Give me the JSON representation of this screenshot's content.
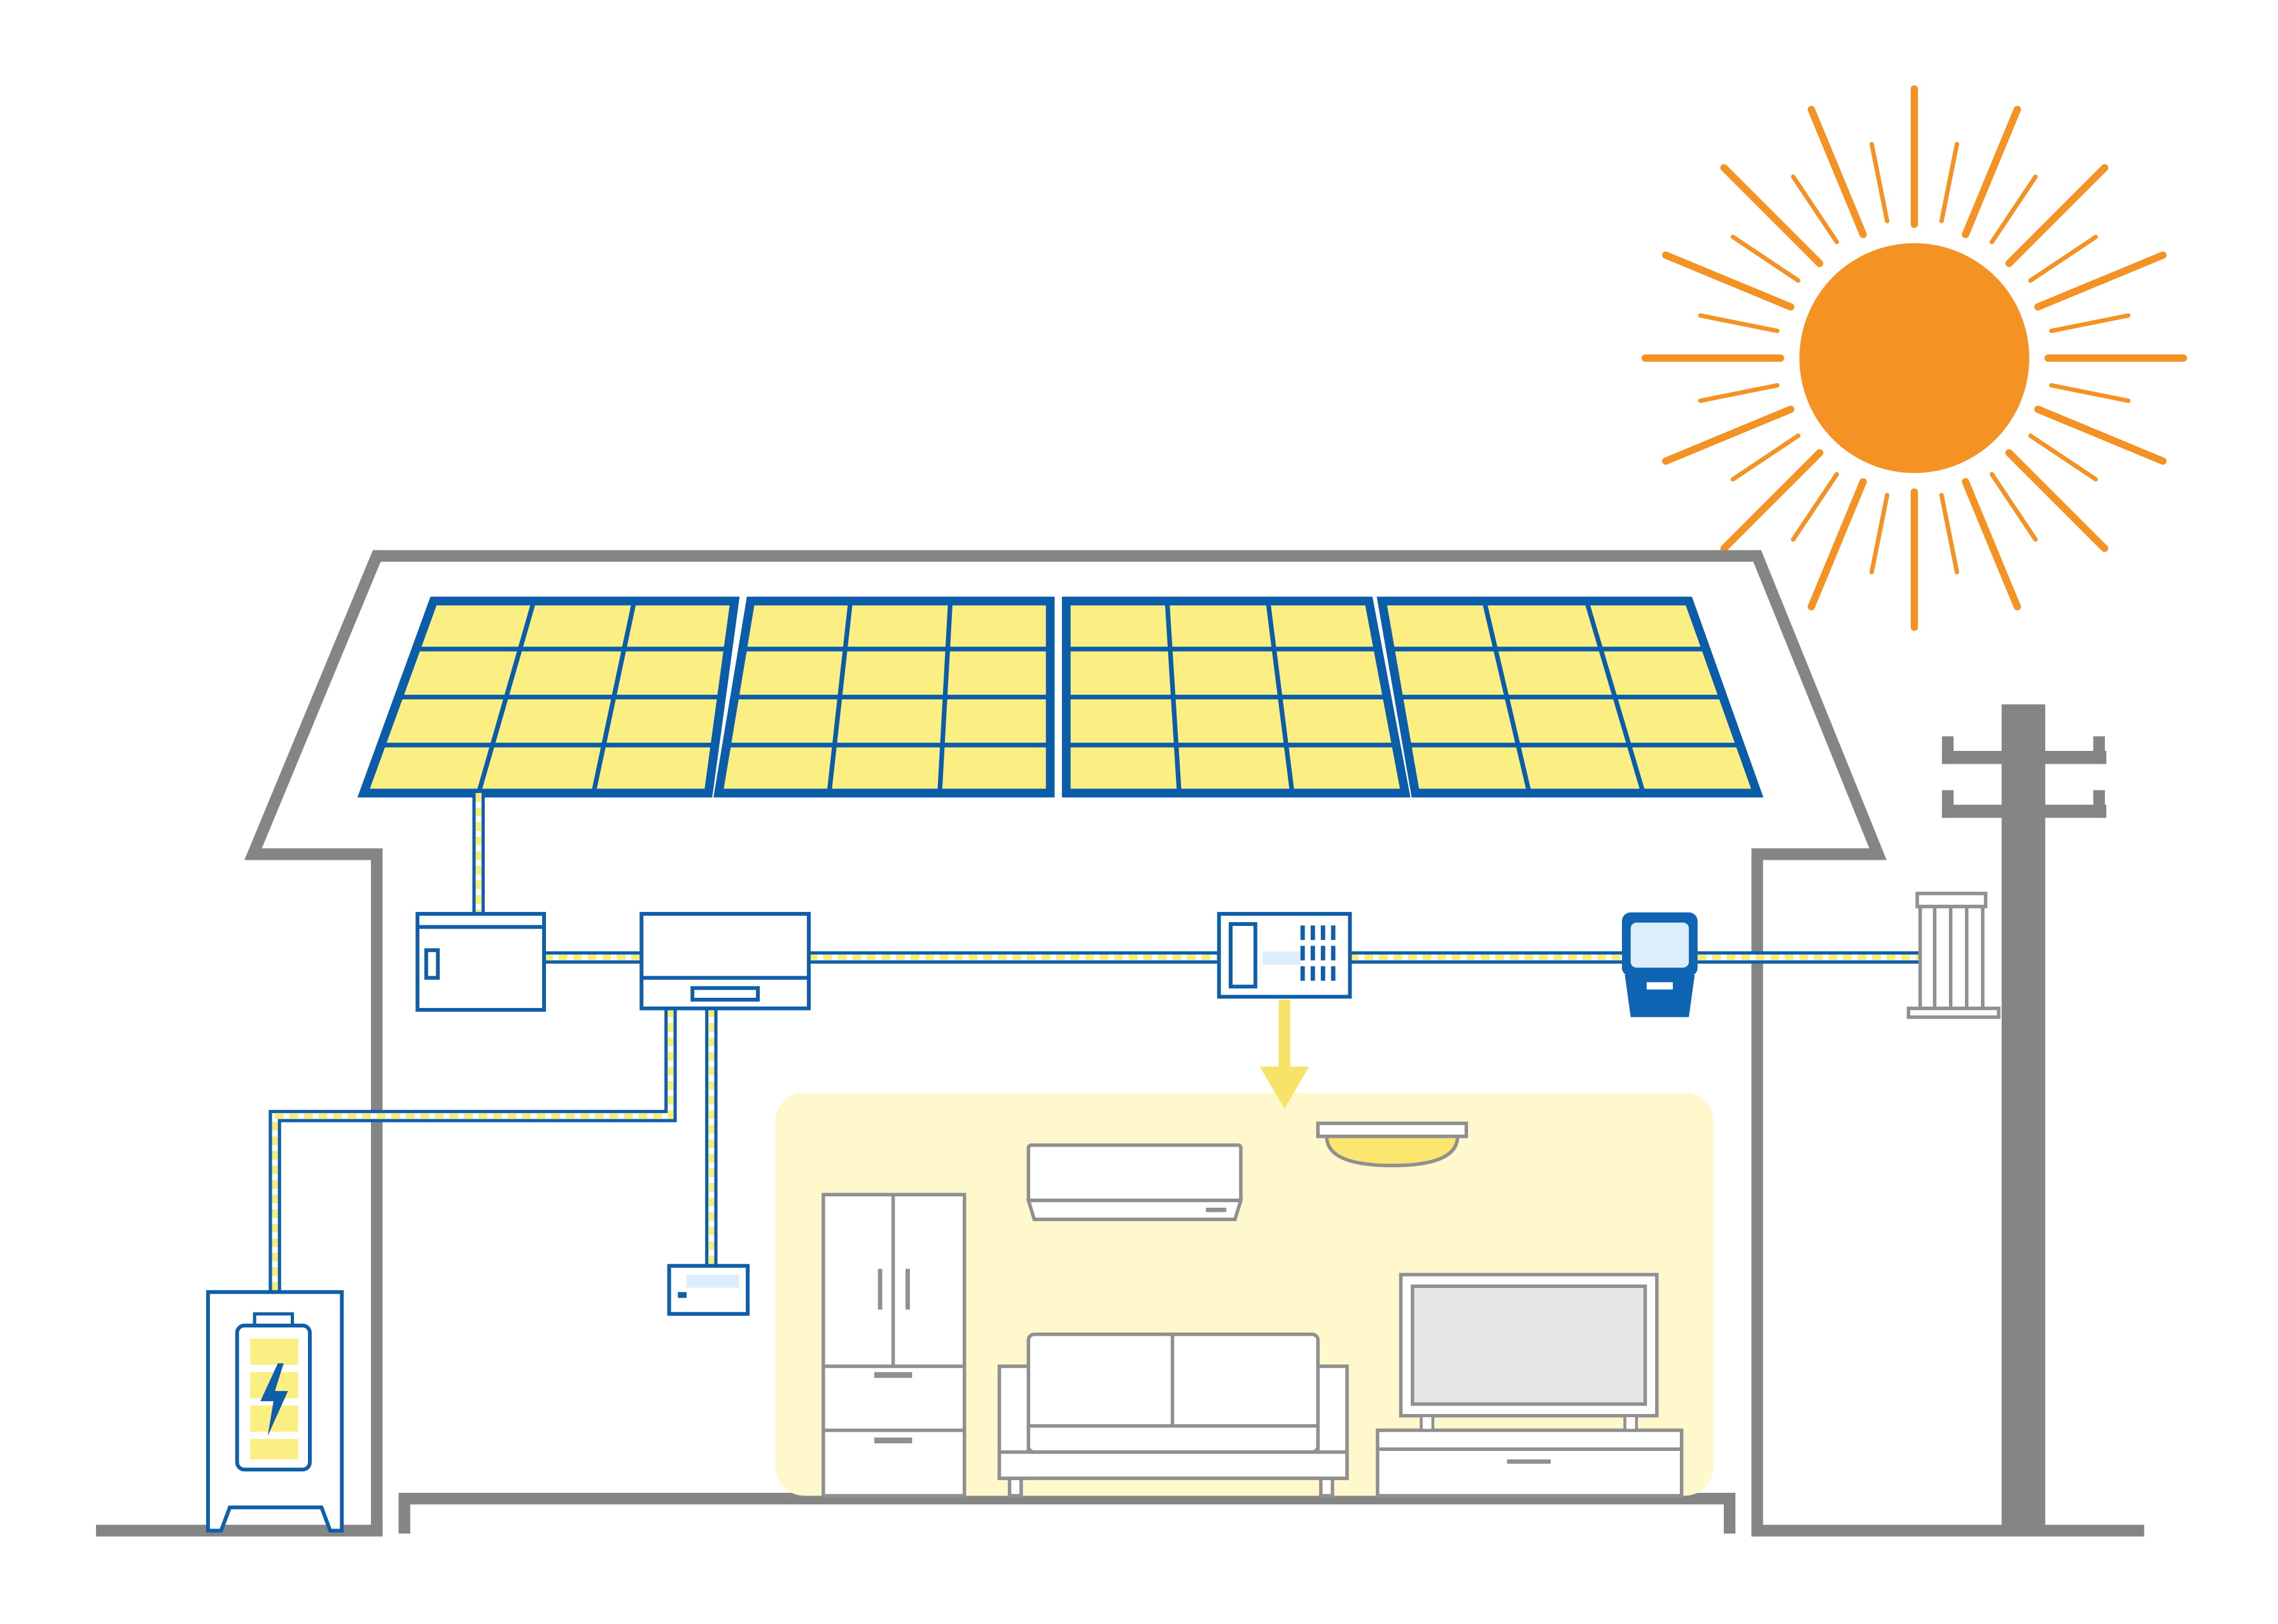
{
  "diagram": {
    "texts": [],
    "components": [
      {
        "name": "sun",
        "icon": "sun-icon"
      },
      {
        "name": "house",
        "icon": "house-outline-icon"
      },
      {
        "name": "solar-panel-array",
        "icon": "solar-panel-icon",
        "panel_count": 4,
        "cells_per_panel": 12
      },
      {
        "name": "junction-box",
        "icon": "junction-box-icon"
      },
      {
        "name": "power-conditioner",
        "icon": "inverter-icon"
      },
      {
        "name": "distribution-board",
        "icon": "breaker-panel-icon"
      },
      {
        "name": "smart-meter",
        "icon": "meter-icon"
      },
      {
        "name": "grid-transformer",
        "icon": "transformer-icon"
      },
      {
        "name": "utility-pole",
        "icon": "utility-pole-icon"
      },
      {
        "name": "storage-battery",
        "icon": "battery-icon"
      },
      {
        "name": "monitor-display",
        "icon": "display-icon"
      },
      {
        "name": "living-room",
        "icon": "room-icon"
      },
      {
        "name": "air-conditioner",
        "icon": "air-conditioner-icon"
      },
      {
        "name": "ceiling-light",
        "icon": "ceiling-light-icon"
      },
      {
        "name": "refrigerator",
        "icon": "refrigerator-icon"
      },
      {
        "name": "sofa",
        "icon": "sofa-icon"
      },
      {
        "name": "television",
        "icon": "tv-icon"
      },
      {
        "name": "tv-stand",
        "icon": "tv-stand-icon"
      }
    ],
    "colors": {
      "house_outline": "#858585",
      "wire_blue": "#0f5eaa",
      "wire_yellow": "#f8ec7c",
      "panel_fill": "#fbef84",
      "panel_frame": "#0b5da9",
      "sun": "#f49223",
      "room_glow": "#fef8cc",
      "appliance_outline": "#909090",
      "meter_blue": "#1064b4",
      "meter_screen": "#dceefb",
      "flow_arrow": "#f8e36a",
      "battery_yellow": "#fbef84",
      "background": "#ffffff"
    }
  }
}
